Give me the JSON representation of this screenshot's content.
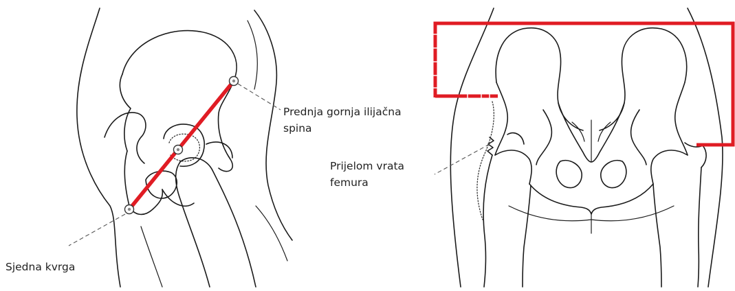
{
  "labels": {
    "asis": "Prednja gornja ilijačna",
    "asis_line2": "spina",
    "ischial": "Sjedna kvrga",
    "fracture": "Prijelom vrata",
    "fracture_line2": "femura"
  },
  "colors": {
    "accent": "#e01c24",
    "ink": "#1a1a1a"
  }
}
